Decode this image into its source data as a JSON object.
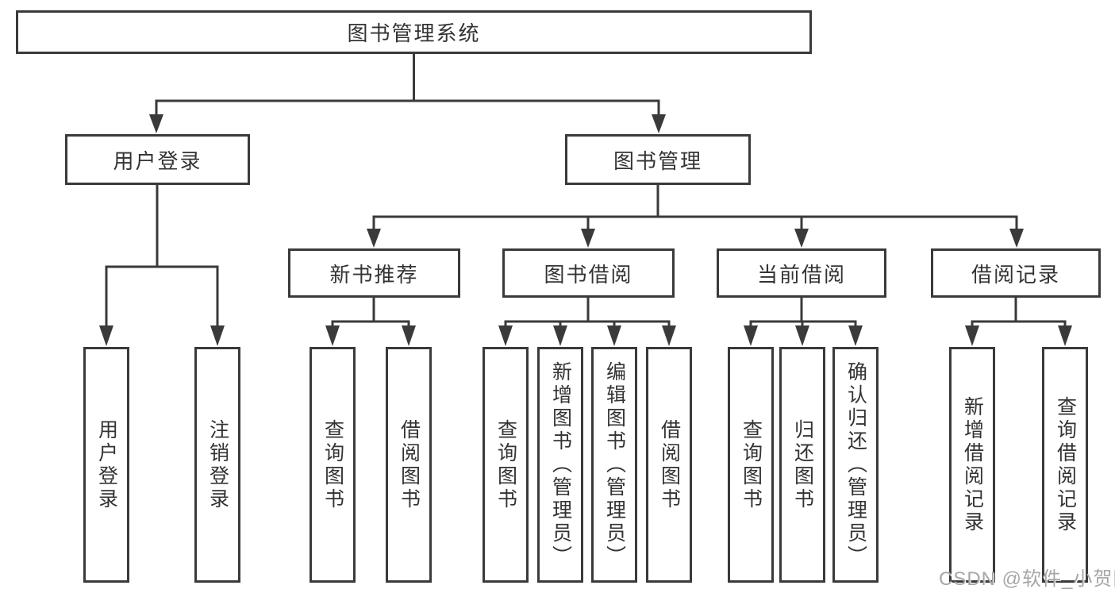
{
  "nodes": {
    "root": {
      "label": "图书管理系统"
    },
    "user_login": {
      "label": "用户登录"
    },
    "book_mgmt": {
      "label": "图书管理"
    },
    "new_book_rec": {
      "label": "新书推荐"
    },
    "book_borrow": {
      "label": "图书借阅"
    },
    "current_borrow": {
      "label": "当前借阅"
    },
    "borrow_records": {
      "label": "借阅记录"
    },
    "leaf_user_login": {
      "label": "用户登录"
    },
    "leaf_logout": {
      "label": "注销登录"
    },
    "leaf_query_book_1": {
      "label": "查询图书"
    },
    "leaf_borrow_book_1": {
      "label": "借阅图书"
    },
    "leaf_query_book_2": {
      "label": "查询图书"
    },
    "leaf_add_book": {
      "label": "新增图书（管理员）"
    },
    "leaf_edit_book": {
      "label": "编辑图书（管理员）"
    },
    "leaf_borrow_book_2": {
      "label": "借阅图书"
    },
    "leaf_query_book_3": {
      "label": "查询图书"
    },
    "leaf_return_book": {
      "label": "归还图书"
    },
    "leaf_confirm_return": {
      "label": "确认归还（管理员）"
    },
    "leaf_add_borrow_record": {
      "label": "新增借阅记录"
    },
    "leaf_query_borrow_record": {
      "label": "查询借阅记录"
    }
  },
  "edges": [
    {
      "from": "图书管理系统",
      "to": "用户登录"
    },
    {
      "from": "图书管理系统",
      "to": "图书管理"
    },
    {
      "from": "用户登录",
      "to": "用户登录"
    },
    {
      "from": "用户登录",
      "to": "注销登录"
    },
    {
      "from": "图书管理",
      "to": "新书推荐"
    },
    {
      "from": "图书管理",
      "to": "图书借阅"
    },
    {
      "from": "图书管理",
      "to": "当前借阅"
    },
    {
      "from": "图书管理",
      "to": "借阅记录"
    },
    {
      "from": "新书推荐",
      "to": "查询图书"
    },
    {
      "from": "新书推荐",
      "to": "借阅图书"
    },
    {
      "from": "图书借阅",
      "to": "查询图书"
    },
    {
      "from": "图书借阅",
      "to": "新增图书（管理员）"
    },
    {
      "from": "图书借阅",
      "to": "编辑图书（管理员）"
    },
    {
      "from": "图书借阅",
      "to": "借阅图书"
    },
    {
      "from": "当前借阅",
      "to": "查询图书"
    },
    {
      "from": "当前借阅",
      "to": "归还图书"
    },
    {
      "from": "当前借阅",
      "to": "确认归还（管理员）"
    },
    {
      "from": "借阅记录",
      "to": "新增借阅记录"
    },
    {
      "from": "借阅记录",
      "to": "查询借阅记录"
    }
  ],
  "watermark": {
    "text": "CSDN @软件_小贺同学"
  },
  "colors": {
    "line": "#3a3a3a",
    "text": "#333333",
    "watermark": "#a6a6a6",
    "background": "#ffffff"
  }
}
